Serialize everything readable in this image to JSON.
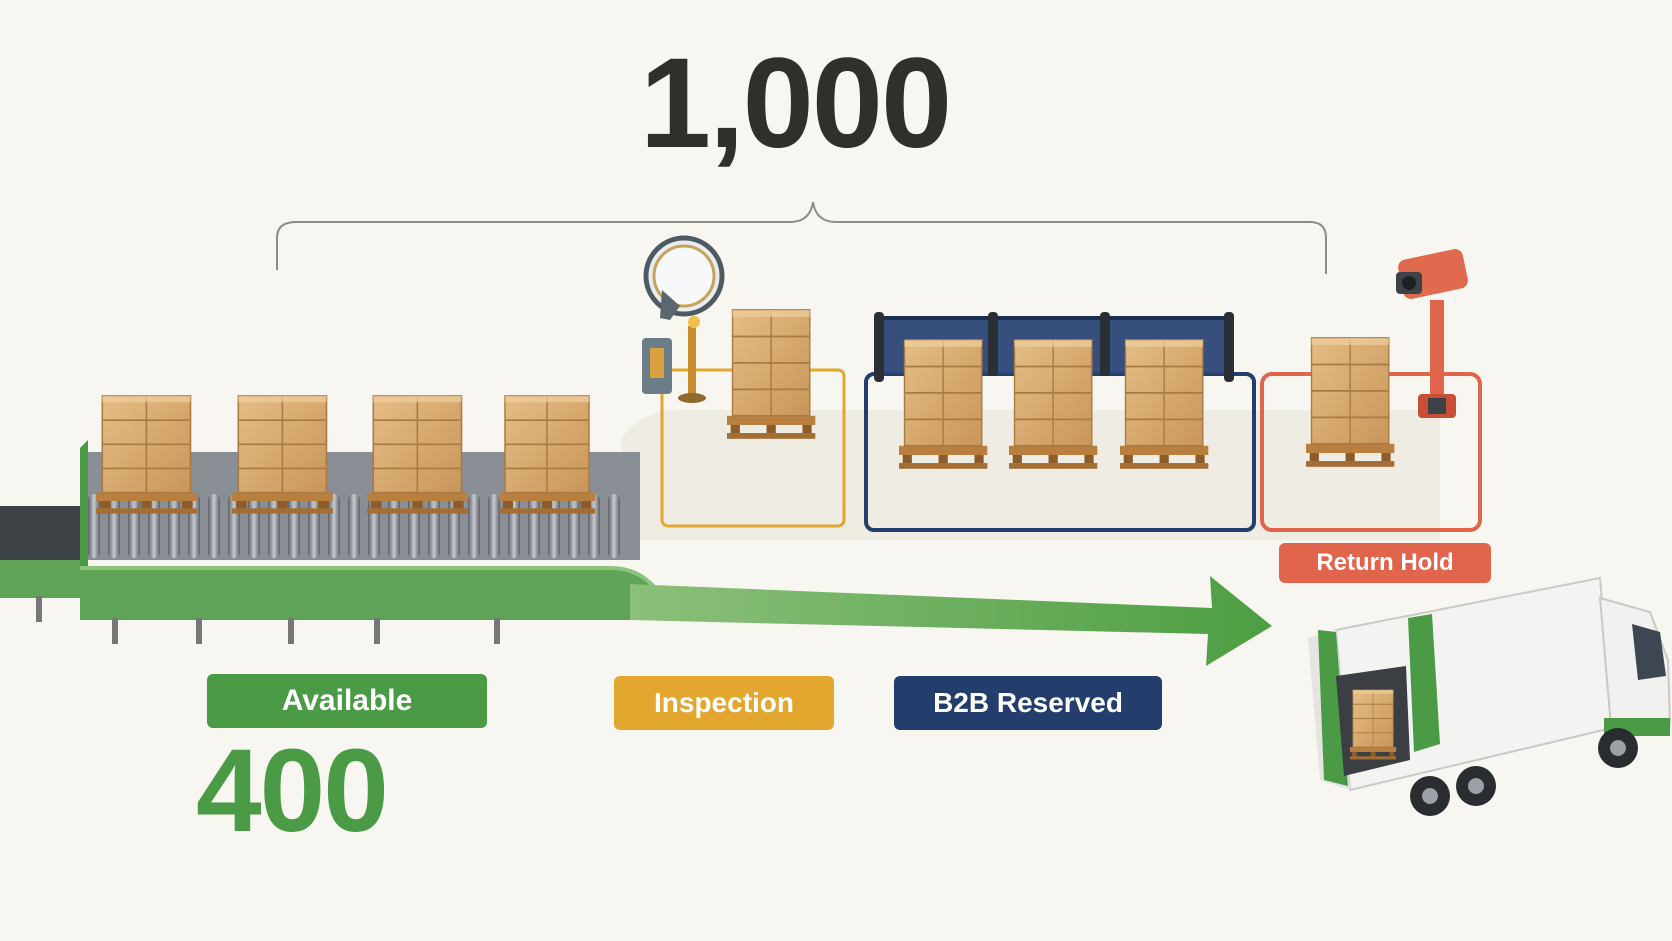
{
  "total_units": "1,000",
  "labels": {
    "available": "Available",
    "inspection": "Inspection",
    "b2b_reserved": "B2B Reserved",
    "return_hold": "Return Hold"
  },
  "available_count": "400",
  "colors": {
    "available": "#4a9a46",
    "inspection": "#e3a62f",
    "b2b_reserved": "#233e6c",
    "return_hold": "#e0654c",
    "text_dark": "#2f2f2c",
    "background": "#f8f6f0"
  },
  "icons": [
    "magnifier-icon",
    "camera-icon",
    "truck-icon",
    "pallet-icon",
    "conveyor-icon"
  ]
}
